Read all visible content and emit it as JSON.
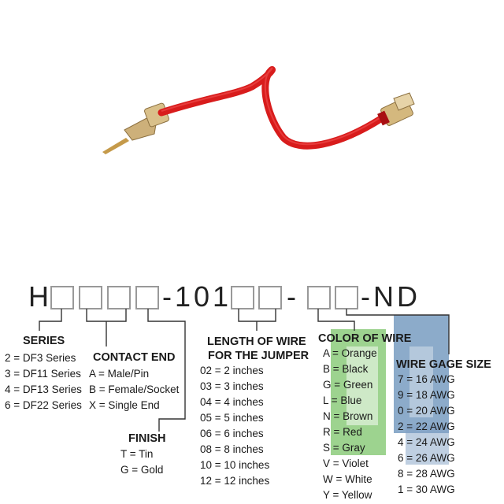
{
  "part_number": {
    "prefix": "H",
    "middle": "-101",
    "dash": "-",
    "suffix": "-ND"
  },
  "series": {
    "heading": "SERIES",
    "items": [
      "2 = DF3 Series",
      "3 = DF11 Series",
      "4 = DF13 Series",
      "6 = DF22 Series"
    ]
  },
  "contact_end": {
    "heading": "CONTACT END",
    "items": [
      "A = Male/Pin",
      "B = Female/Socket",
      "X = Single End"
    ]
  },
  "finish": {
    "heading": "FINISH",
    "items": [
      "T = Tin",
      "G = Gold"
    ]
  },
  "length": {
    "heading_line1": "LENGTH OF WIRE",
    "heading_line2": "FOR THE JUMPER",
    "items": [
      "02 = 2 inches",
      "03 = 3 inches",
      "04 = 4 inches",
      "05 = 5 inches",
      "06 = 6 inches",
      "08 = 8 inches",
      "10 = 10 inches",
      "12 = 12 inches"
    ]
  },
  "color": {
    "heading": "COLOR OF WIRE",
    "items": [
      "A = Orange",
      "B = Black",
      "G = Green",
      "L = Blue",
      "N = Brown",
      "R = Red",
      "S = Gray",
      "V = Violet",
      "W = White",
      "Y = Yellow"
    ]
  },
  "gage": {
    "heading": "WIRE GAGE SIZE",
    "items": [
      "7 = 16 AWG",
      "9 = 18 AWG",
      "0 = 20 AWG",
      "2 = 22 AWG",
      "4 = 24 AWG",
      "6 = 26 AWG",
      "8 = 28 AWG",
      "1 = 30 AWG"
    ]
  },
  "colors": {
    "wire": "#d81c1c",
    "wire_dark": "#a80f12",
    "contact": "#c9a45a",
    "line": "#333333",
    "watermark_green": "#7cc46a",
    "watermark_blue": "#5b87b4"
  },
  "icons": {
    "jumper": "red-jumper-wire-photo",
    "watermark": "digikey-logo-watermark"
  }
}
